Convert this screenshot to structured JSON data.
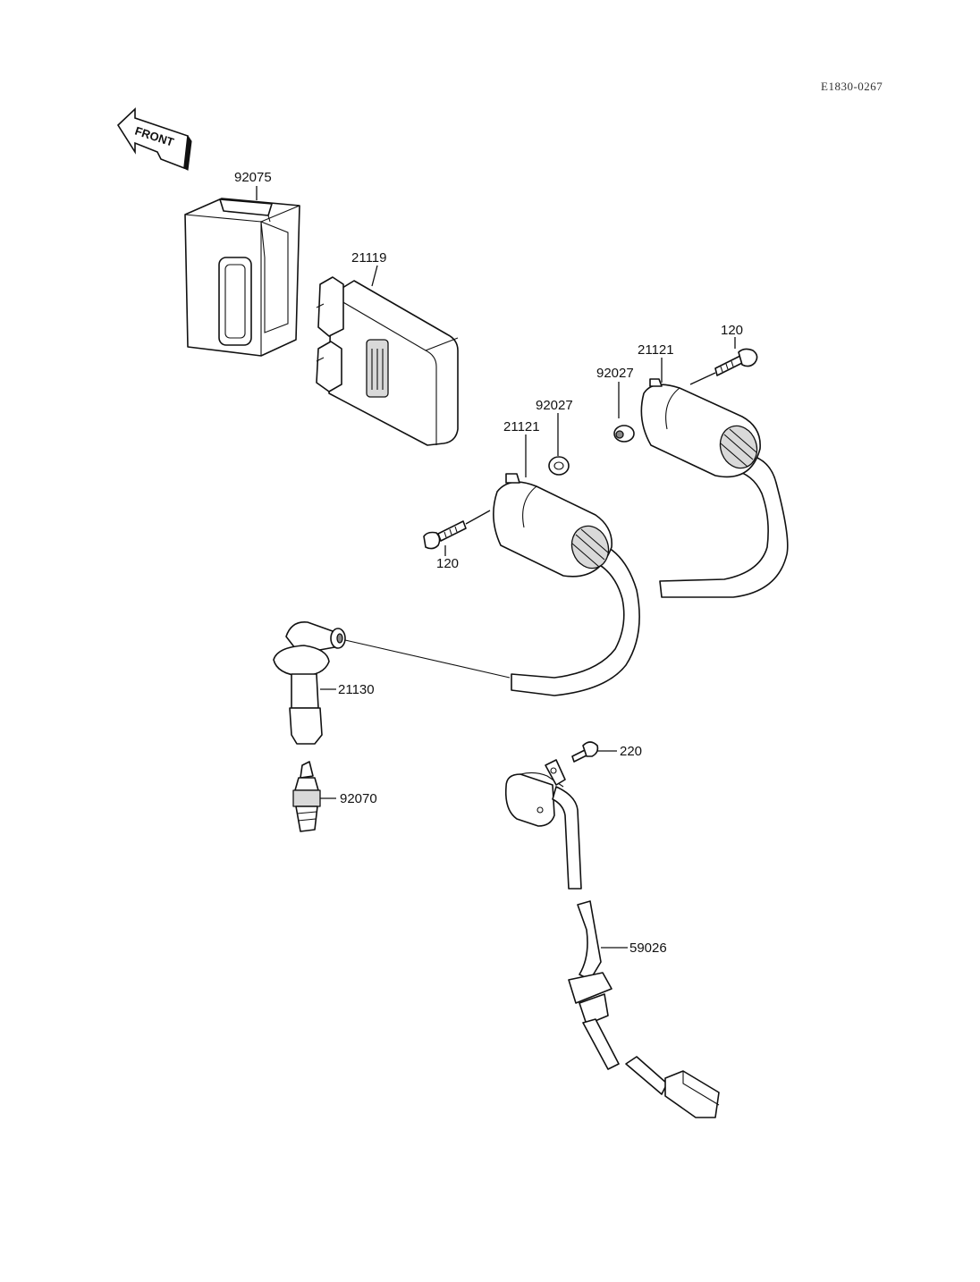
{
  "drawing_code": "E1830-0267",
  "front_label": "FRONT",
  "callouts": {
    "p92075": "92075",
    "p21119": "21119",
    "p120_right": "120",
    "p21121_right": "21121",
    "p92027_right": "92027",
    "p92027_left": "92027",
    "p21121_left": "21121",
    "p120_left": "120",
    "p21130": "21130",
    "p92070": "92070",
    "p220": "220",
    "p59026": "59026"
  },
  "components": [
    "igniter-cover",
    "igniter-unit",
    "ignition-coil-left",
    "ignition-coil-right",
    "coil-bolt-left",
    "coil-bolt-right",
    "coil-collar-left",
    "coil-collar-right",
    "spark-plug-cap",
    "spark-plug",
    "pickup-coil",
    "pickup-screw",
    "pickup-wiring-harness"
  ]
}
